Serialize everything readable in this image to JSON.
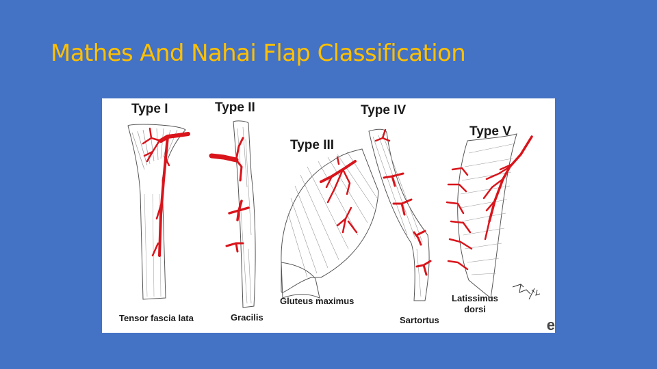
{
  "slide": {
    "title": "Mathes And Nahai Flap Classification",
    "background_color": "#4472c4",
    "title_color": "#ffc000"
  },
  "figure": {
    "vessel_color": "#d9141b",
    "types": [
      {
        "label": "Type I",
        "muscle": "Tensor fascia lata"
      },
      {
        "label": "Type II",
        "muscle": "Gracilis"
      },
      {
        "label": "Type III",
        "muscle": "Gluteus maximus"
      },
      {
        "label": "Type IV",
        "muscle": "Sartortus"
      },
      {
        "label": "Type V",
        "muscle_lines": [
          "Latissimus",
          "dorsi"
        ]
      }
    ],
    "artist_signature": "D.B.M.",
    "edge_glyph": "e"
  }
}
